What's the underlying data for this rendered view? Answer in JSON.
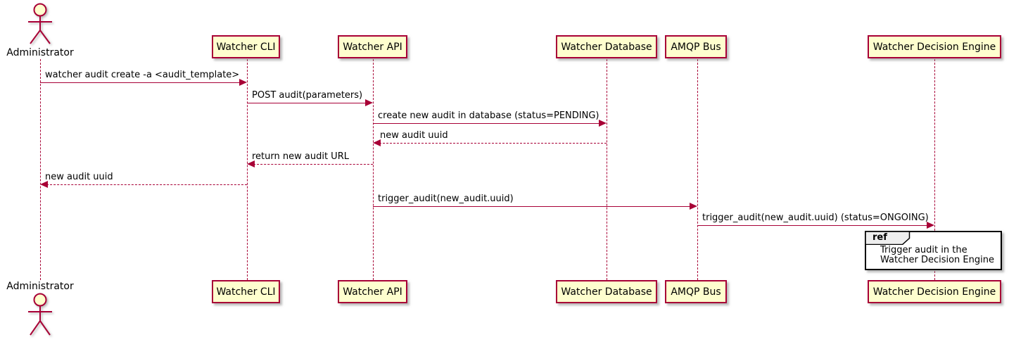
{
  "diagram_type": "uml-sequence-diagram",
  "colors": {
    "participant_fill": "#FEFECE",
    "participant_border": "#A80036",
    "arrow": "#A80036",
    "lifeline": "#A80036",
    "text": "#000000",
    "ref_border": "#000000",
    "ref_header_fill": "#EEEEEE"
  },
  "actor": {
    "label": "Administrator"
  },
  "participants": [
    {
      "label": "Watcher CLI"
    },
    {
      "label": "Watcher API"
    },
    {
      "label": "Watcher Database"
    },
    {
      "label": "AMQP Bus"
    },
    {
      "label": "Watcher Decision Engine"
    }
  ],
  "messages": [
    {
      "label": "watcher audit create -a <audit_template>",
      "from": "Administrator",
      "to": "Watcher CLI",
      "line": "solid"
    },
    {
      "label": "POST audit(parameters)",
      "from": "Watcher CLI",
      "to": "Watcher API",
      "line": "solid"
    },
    {
      "label": "create new audit in database (status=PENDING)",
      "from": "Watcher API",
      "to": "Watcher Database",
      "line": "solid"
    },
    {
      "label": "new audit uuid",
      "from": "Watcher Database",
      "to": "Watcher API",
      "line": "dashed"
    },
    {
      "label": "return new audit URL",
      "from": "Watcher API",
      "to": "Watcher CLI",
      "line": "dashed"
    },
    {
      "label": "new audit uuid",
      "from": "Watcher CLI",
      "to": "Administrator",
      "line": "dashed"
    },
    {
      "label": "trigger_audit(new_audit.uuid)",
      "from": "Watcher API",
      "to": "AMQP Bus",
      "line": "solid"
    },
    {
      "label": "trigger_audit(new_audit.uuid) (status=ONGOING)",
      "from": "AMQP Bus",
      "to": "Watcher Decision Engine",
      "line": "solid"
    }
  ],
  "ref": {
    "keyword": "ref",
    "line1": "Trigger audit in the",
    "line2": "Watcher Decision Engine"
  }
}
